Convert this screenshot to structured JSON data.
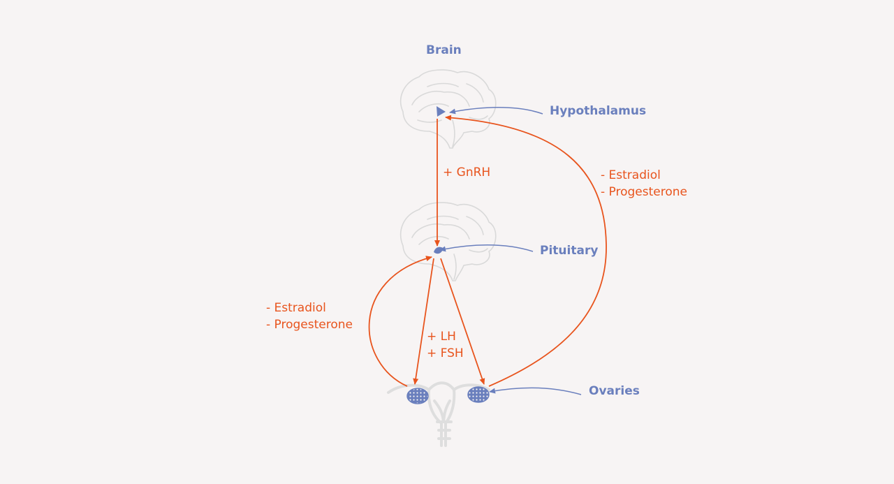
{
  "colors": {
    "background": "#f7f4f4",
    "organ_label": "#6a7fbd",
    "hormone_arrow": "#e8541d",
    "illustration": "#dcdcdc",
    "organ_fill": "#6a7fbd"
  },
  "labels": {
    "brain": "Brain",
    "hypothalamus": "Hypothalamus",
    "pituitary": "Pituitary",
    "ovaries": "Ovaries"
  },
  "hormones": {
    "gnrh": "+ GnRH",
    "lh": "+ LH",
    "fsh": "+ FSH",
    "feedback_hypothalamus": [
      "- Estradiol",
      "- Progesterone"
    ],
    "feedback_pituitary": [
      "- Estradiol",
      "- Progesterone"
    ]
  },
  "icons": [
    "brain-icon",
    "uterus-icon",
    "ovary-icon",
    "hypothalamus-marker",
    "pituitary-marker"
  ]
}
